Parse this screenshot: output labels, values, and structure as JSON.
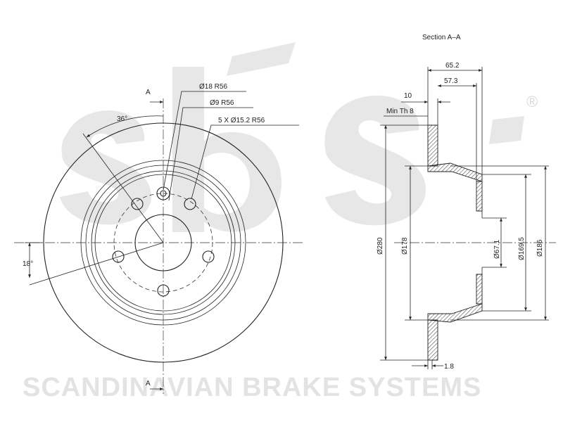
{
  "watermark": {
    "logo_text": "sbs",
    "brand_text": "SCANDINAVIAN BRAKE SYSTEMS",
    "registered_mark": "®"
  },
  "front_view": {
    "section_marker_top": "A",
    "section_marker_bottom": "A",
    "angle_top": "36°",
    "angle_left": "18°",
    "hole_callouts": [
      "Ø18  R56",
      "Ø9  R56",
      "5  X  Ø15.2  R56"
    ]
  },
  "section_view": {
    "title": "Section  A–A",
    "overall_width": "65.2",
    "hat_depth": "57.3",
    "thickness": "10",
    "min_thickness": "Min Th  8",
    "outer_diameter": "Ø280",
    "inner_diameter": "Ø178",
    "center_bore": "Ø67.1",
    "pcd_diameter": "Ø169.5",
    "hat_diameter": "Ø186",
    "edge_offset": "1.8"
  },
  "colors": {
    "line": "#222222",
    "watermark": "#e5e5e5"
  }
}
